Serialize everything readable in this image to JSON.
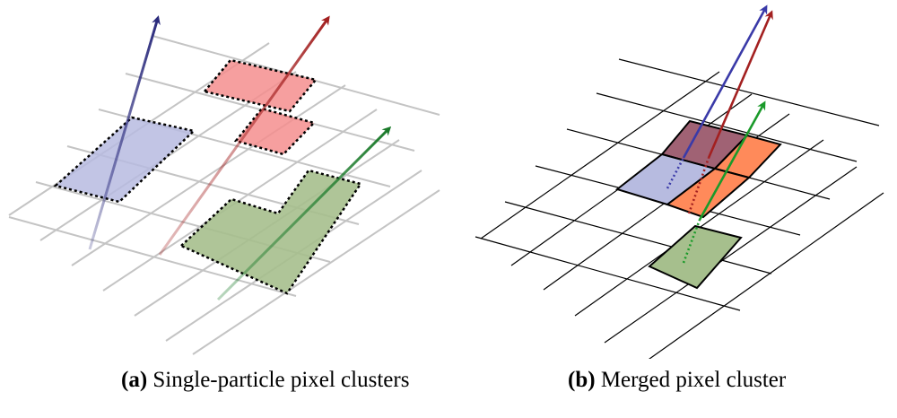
{
  "panels": [
    {
      "id": "a",
      "tag": "(a)",
      "caption": "Single-particle pixel clusters"
    },
    {
      "id": "b",
      "tag": "(b)",
      "caption": "Merged pixel cluster"
    }
  ],
  "colors": {
    "grid_light": "#c4c4c4",
    "grid_dark": "#000000",
    "blue_fill": "#b7bbe0",
    "red_fill": "#f48e8e",
    "green_fill": "#a6bf8d",
    "orange_fill": "#ff8a5a",
    "purple_fill": "#a06274",
    "blue_track": "#2a2a7c",
    "red_track": "#a32020",
    "green_track": "#1a7a2a"
  }
}
